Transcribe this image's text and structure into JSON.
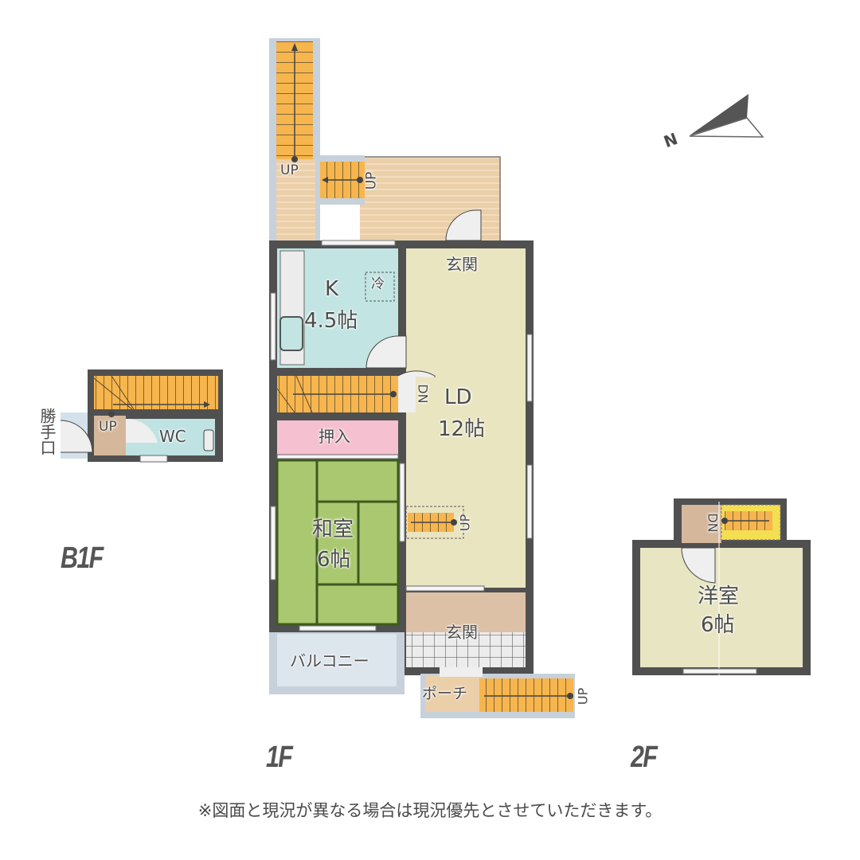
{
  "compass": {
    "label": "N",
    "icon": "north-arrow-icon"
  },
  "floors": {
    "b1f": {
      "label": "B1F",
      "rooms": {
        "back_door": "勝手口",
        "stair_up": "UP",
        "wc": "WC"
      }
    },
    "f1": {
      "label": "1F",
      "rooms": {
        "outer_stair_up_1": "UP",
        "outer_stair_up_2": "UP",
        "entrance_top": "玄関",
        "kitchen_name": "K",
        "kitchen_size": "4.5帖",
        "fridge": "冷",
        "stair_down": "DN",
        "ld_name": "LD",
        "ld_size": "12帖",
        "closet": "押入",
        "washitsu_name": "和室",
        "washitsu_size": "6帖",
        "stair_up_ld": "UP",
        "entrance_bottom": "玄関",
        "balcony": "バルコニー",
        "porch": "ポーチ",
        "porch_stair_up": "UP"
      }
    },
    "f2": {
      "label": "2F",
      "rooms": {
        "stair_down": "DN",
        "western_name": "洋室",
        "western_size": "6帖"
      }
    }
  },
  "colors": {
    "wall": "#505050",
    "stairs": "#f5b24a",
    "kitchen": "#bfe3e2",
    "ld": "#e9e4bf",
    "closet": "#f4bfcf",
    "tatami": "#a9c870",
    "tatami_border": "#3e5a1e",
    "entrance": "#dcc0a6",
    "tile": "#e6e6e6",
    "balcony": "#d4dde6",
    "deck": "#e9c9a2",
    "western": "#e8e5c2"
  },
  "footer_note": "※図面と現況が異なる場合は現況優先とさせていただきます。"
}
